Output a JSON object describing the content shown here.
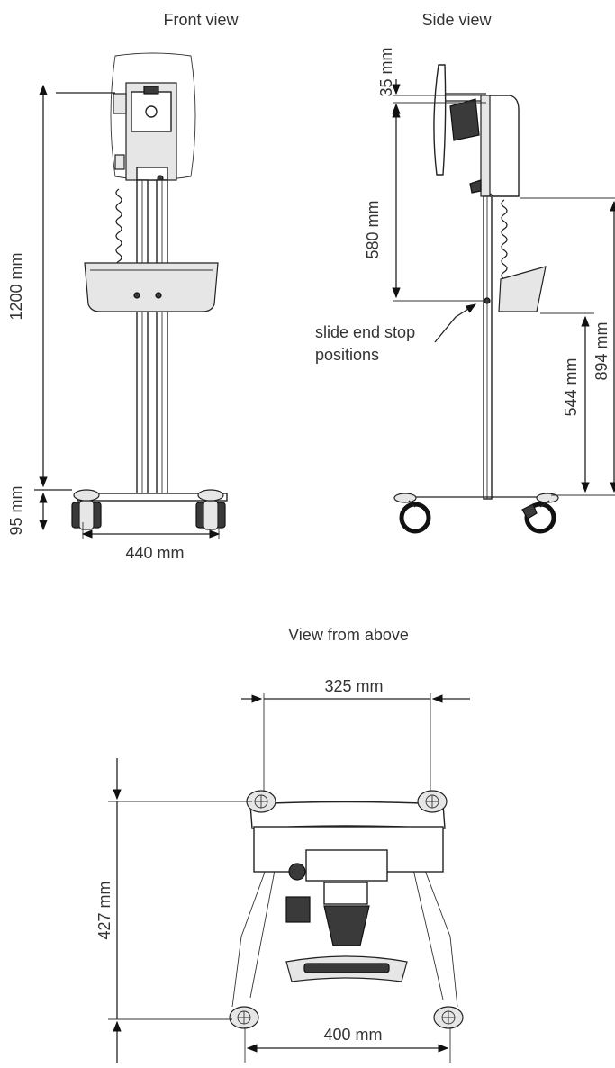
{
  "views": {
    "front": "Front view",
    "side": "Side view",
    "above": "View from above"
  },
  "front_dims": {
    "height": "1200 mm",
    "base_height": "95 mm",
    "width": "440 mm"
  },
  "side_dims": {
    "offset": "35 mm",
    "slide_travel": "580 mm",
    "tray_height": "544 mm",
    "shelf_height": "894 mm",
    "callout_line1": "slide end stop",
    "callout_line2": "positions"
  },
  "top_dims": {
    "rear_width": "325 mm",
    "depth": "427 mm",
    "front_width": "400 mm"
  }
}
